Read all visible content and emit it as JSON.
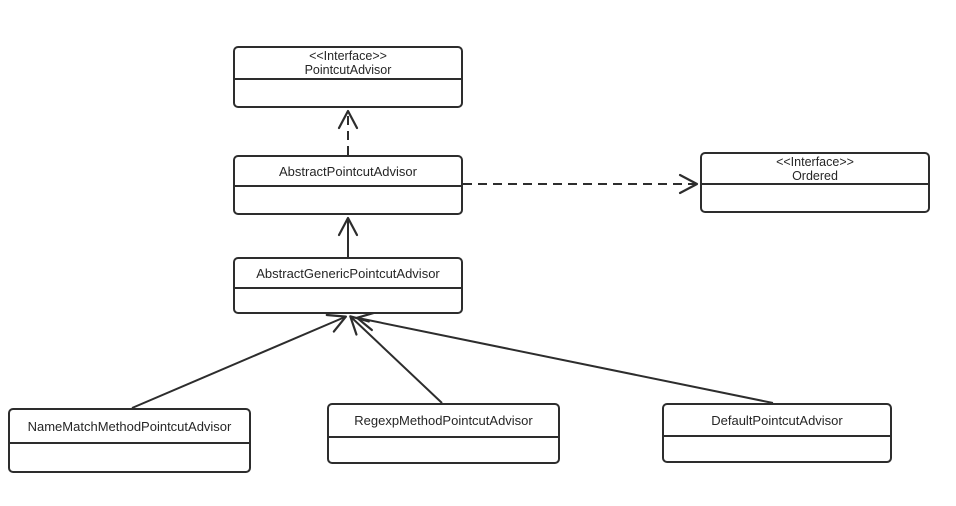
{
  "diagram": {
    "kind": "uml-class-diagram",
    "background_color": "#ffffff",
    "line_color": "#2d2d2d",
    "text_color": "#262626",
    "nodes": [
      {
        "id": "pointcut-advisor",
        "stereotype": "<<Interface>>",
        "name": "PointcutAdvisor"
      },
      {
        "id": "abstract-pointcut-advisor",
        "stereotype": "",
        "name": "AbstractPointcutAdvisor"
      },
      {
        "id": "ordered",
        "stereotype": "<<Interface>>",
        "name": "Ordered"
      },
      {
        "id": "abstract-generic-pointcut-advisor",
        "stereotype": "",
        "name": "AbstractGenericPointcutAdvisor"
      },
      {
        "id": "name-match-method-pointcut-advisor",
        "stereotype": "",
        "name": "NameMatchMethodPointcutAdvisor"
      },
      {
        "id": "regexp-method-pointcut-advisor",
        "stereotype": "",
        "name": "RegexpMethodPointcutAdvisor"
      },
      {
        "id": "default-pointcut-advisor",
        "stereotype": "",
        "name": "DefaultPointcutAdvisor"
      }
    ],
    "edges": [
      {
        "from": "AbstractPointcutAdvisor",
        "to": "PointcutAdvisor",
        "type": "realization",
        "style": "dashed",
        "arrowhead": "open"
      },
      {
        "from": "AbstractPointcutAdvisor",
        "to": "Ordered",
        "type": "realization",
        "style": "dashed",
        "arrowhead": "open"
      },
      {
        "from": "AbstractGenericPointcutAdvisor",
        "to": "AbstractPointcutAdvisor",
        "type": "inheritance",
        "style": "solid",
        "arrowhead": "open"
      },
      {
        "from": "NameMatchMethodPointcutAdvisor",
        "to": "AbstractGenericPointcutAdvisor",
        "type": "inheritance",
        "style": "solid",
        "arrowhead": "open"
      },
      {
        "from": "RegexpMethodPointcutAdvisor",
        "to": "AbstractGenericPointcutAdvisor",
        "type": "inheritance",
        "style": "solid",
        "arrowhead": "open"
      },
      {
        "from": "DefaultPointcutAdvisor",
        "to": "AbstractGenericPointcutAdvisor",
        "type": "inheritance",
        "style": "solid",
        "arrowhead": "open"
      }
    ]
  }
}
